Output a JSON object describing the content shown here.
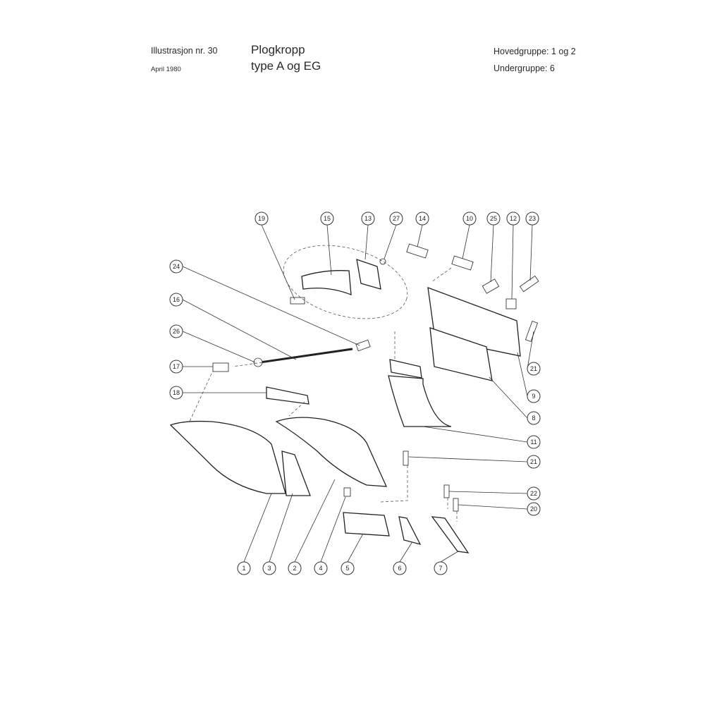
{
  "header": {
    "illustration": "Illustrasjon nr. 30",
    "date": "April 1980",
    "title_line1": "Plogkropp",
    "title_line2": "type A og EG",
    "main_group": "Hovedgruppe: 1 og 2",
    "sub_group": "Undergruppe: 6"
  },
  "callouts": {
    "top": [
      "19",
      "15",
      "13",
      "27",
      "14",
      "10",
      "25",
      "12",
      "23"
    ],
    "left": [
      "24",
      "16",
      "26",
      "17",
      "18"
    ],
    "right": [
      "21",
      "9",
      "8",
      "11",
      "21",
      "22",
      "20"
    ],
    "bottom": [
      "1",
      "3",
      "2",
      "4",
      "5",
      "6",
      "7"
    ]
  }
}
